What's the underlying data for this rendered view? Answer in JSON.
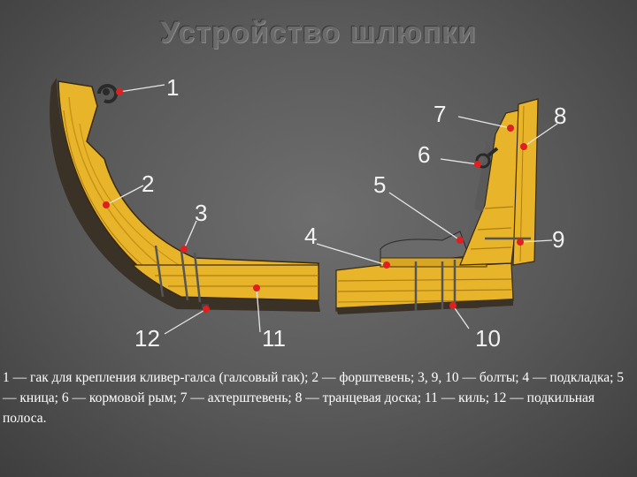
{
  "title": "Устройство шлюпки",
  "labels": {
    "n1": "1",
    "n2": "2",
    "n3": "3",
    "n4": "4",
    "n5": "5",
    "n6": "6",
    "n7": "7",
    "n8": "8",
    "n9": "9",
    "n10": "10",
    "n11": "11",
    "n12": "12"
  },
  "caption": "1 — гак для крепления кливер-галса (галсовый гак); 2 — форштевень; 3, 9, 10 — болты; 4 — подкладка; 5 — кница; 6 — кормовой рым; 7 — ахтерштевень; 8 — транцевая доска; 11 — киль; 12 — подкильная полоса.",
  "colors": {
    "wood": "#e8b52a",
    "wood_dark": "#c9921a",
    "metal": "#5a5a5a",
    "marker": "#e02020"
  }
}
